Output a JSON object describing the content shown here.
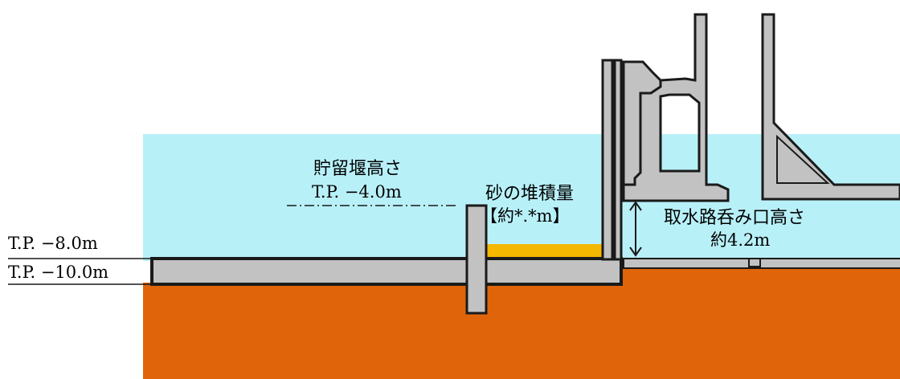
{
  "labels": {
    "weir_height_title": "貯留堰高さ",
    "weir_height_value": "T.P. −4.0m",
    "sand_title": "砂の堆積量",
    "sand_value": "【約*.*m】",
    "intake_title": "取水路呑み口高さ",
    "intake_value": "約4.2m",
    "level_upper": "T.P. −8.0m",
    "level_lower": "T.P. −10.0m"
  },
  "colors": {
    "water": "#b8f0f8",
    "soil": "#e0650a",
    "concrete": "#c2c2c2",
    "outline": "#1a1a1a",
    "sand": "#f5b800"
  }
}
